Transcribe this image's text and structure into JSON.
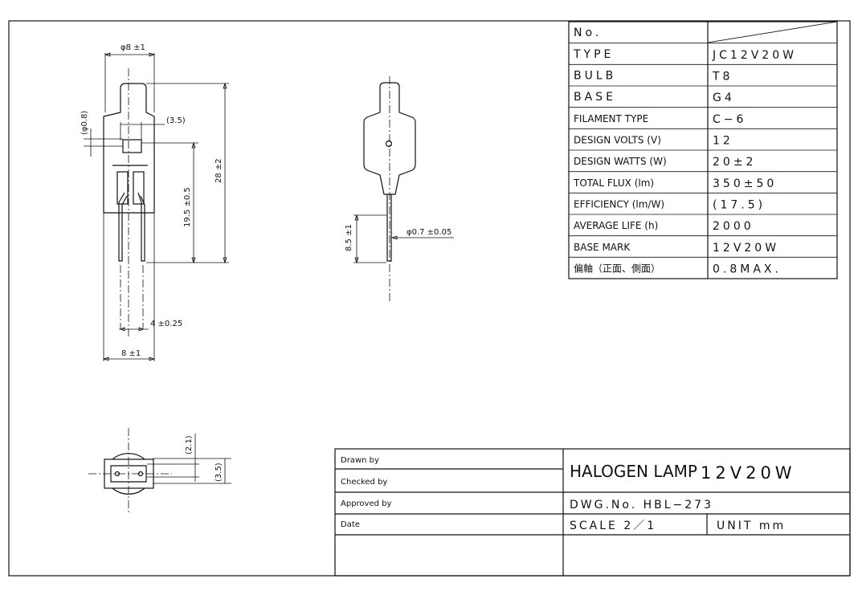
{
  "spec_table": {
    "rows": [
      {
        "label": "No.",
        "value": ""
      },
      {
        "label": "TYPE",
        "value": "JC12V20W"
      },
      {
        "label": "BULB",
        "value": "T8"
      },
      {
        "label": "BASE",
        "value": "G4"
      },
      {
        "label": "FILAMENT TYPE",
        "value": "C−6"
      },
      {
        "label": "DESIGN VOLTS (V)",
        "value": "12"
      },
      {
        "label": "DESIGN WATTS (W)",
        "value": "20±2"
      },
      {
        "label": "TOTAL FLUX (lm)",
        "value": "350±50"
      },
      {
        "label": "EFFICIENCY (lm/W)",
        "value": "(17.5)"
      },
      {
        "label": "AVERAGE LIFE (h)",
        "value": "2000"
      },
      {
        "label": "BASE MARK",
        "value": "12V20W"
      },
      {
        "label": "偏軸（正面、側面）",
        "value": "0.8MAX."
      }
    ]
  },
  "title_block": {
    "drawn_by": "Drawn by",
    "checked_by": "Checked by",
    "approved_by": "Approved by",
    "date": "Date",
    "title": "HALOGEN LAMP",
    "title_rating": "12V20W",
    "dwg_no": "DWG.No.  HBL−273",
    "scale": "SCALE  2／1",
    "unit": "UNIT   mm"
  },
  "dimensions": {
    "front": {
      "top_width": "φ8 ±1",
      "pin_dia": "(φ0.8)",
      "pin_gap": "(3.5)",
      "pin_height": "19.5 ±0.5",
      "overall_height": "28 ±2",
      "pin_pitch": "4 ±0.25",
      "base_width": "8 ±1"
    },
    "side": {
      "pin_length": "8.5 ±1",
      "pin_dia": "φ0.7 ±0.05"
    },
    "bottom": {
      "offset": "(2.1)",
      "pin_gap": "(3.5)"
    }
  }
}
